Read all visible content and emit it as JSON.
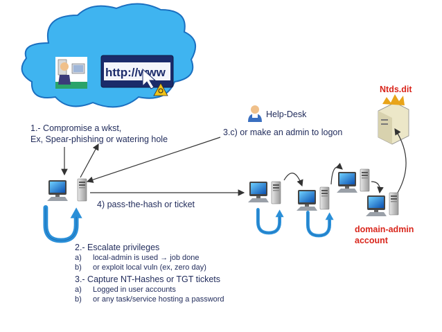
{
  "colors": {
    "cloud_fill": "#3fb4f0",
    "cloud_stroke": "#1a6fc0",
    "arrow_blue": "#2a8fd8",
    "text_navy": "#1f2a5a",
    "accent_red": "#d9261c"
  },
  "cloud": {
    "url_text": "http://www"
  },
  "step1": {
    "line1": "1.- Compromise a wkst,",
    "line2": "Ex, Spear-phishing or watering hole"
  },
  "helpdesk": {
    "label": "Help-Desk",
    "step3c": "3.c) or make an admin to logon"
  },
  "ntds": {
    "label": "Ntds.dit"
  },
  "step4": {
    "label": "4) pass-the-hash or ticket"
  },
  "domain_admin": {
    "line1": "domain-admin",
    "line2": "account"
  },
  "step2": {
    "title": "2.- Escalate privileges",
    "items": [
      {
        "marker": "a)",
        "text": "local-admin is used → job done"
      },
      {
        "marker": "b)",
        "text": "or exploit local vuln (ex, zero day)"
      }
    ]
  },
  "step3": {
    "title": "3.- Capture NT-Hashes or TGT tickets",
    "items": [
      {
        "marker": "a)",
        "text": "Logged in user accounts"
      },
      {
        "marker": "b)",
        "text": "or any task/service hosting a password"
      }
    ]
  },
  "icons": [
    "cloud-icon",
    "user-at-desk-icon",
    "browser-window-icon",
    "cursor-arrow-icon",
    "biohazard-icon",
    "helpdesk-person-icon",
    "database-server-icon",
    "workstation-icon",
    "server-tower-icon",
    "curved-arrow-icon",
    "u-turn-arrow-icon"
  ]
}
